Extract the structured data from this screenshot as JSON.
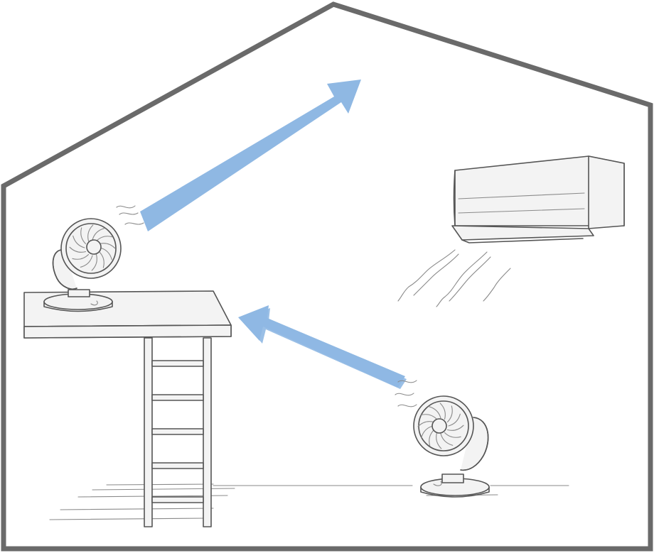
{
  "scene": {
    "background": "#ffffff",
    "house_outline_color": "#6a6a6a",
    "sketch_color": "#555555",
    "hatch_color": "#9a9a9a",
    "airflow_arrow_color": "#8fb8e3"
  },
  "objects": {
    "upper_fan": {
      "icon": "circulator-fan-icon",
      "facing": "right"
    },
    "lower_fan": {
      "icon": "circulator-fan-icon",
      "facing": "left"
    },
    "air_conditioner": {
      "icon": "wall-air-conditioner-icon"
    },
    "loft": {
      "icon": "loft-platform-icon"
    },
    "ladder": {
      "icon": "ladder-icon",
      "rungs": 5
    },
    "airflow_upper": {
      "icon": "airflow-arrow-icon",
      "direction": "up-right"
    },
    "airflow_lower": {
      "icon": "airflow-arrow-icon",
      "direction": "up-left"
    }
  }
}
